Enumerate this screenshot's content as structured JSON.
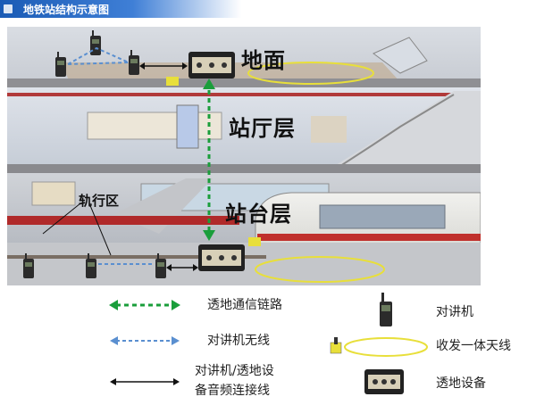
{
  "title": "地铁站结构示意图",
  "floors": {
    "ground": "地面",
    "hall": "站厅层",
    "platform": "站台层",
    "track_area": "轨行区"
  },
  "legend": {
    "link_label": "透地通信链路",
    "radio_wireless_label": "对讲机无线",
    "audio_cable_label_line1": "对讲机/透地设",
    "audio_cable_label_line2": "备音频连接线",
    "radio_label": "对讲机",
    "antenna_label": "收发一体天线",
    "device_label": "透地设备"
  },
  "colors": {
    "link_green": "#1a9e3b",
    "wireless_blue": "#5a8fd0",
    "cable_black": "#111111",
    "antenna_yellow": "#e8df3a",
    "title_blue": "#1a5bb5"
  },
  "icons": [
    "handheld-radio-icon",
    "through-ground-device-icon",
    "loop-antenna-icon"
  ]
}
